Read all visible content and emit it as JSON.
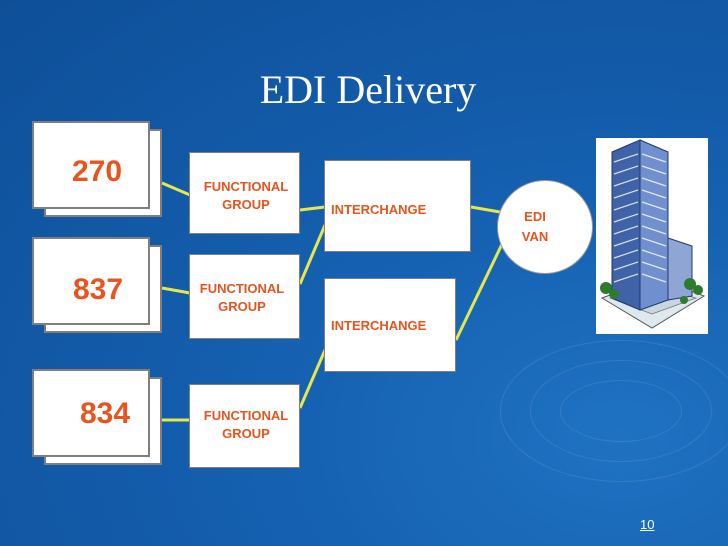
{
  "title": "EDI Delivery",
  "documents": [
    {
      "code": "270"
    },
    {
      "code": "837"
    },
    {
      "code": "834"
    }
  ],
  "functional_groups": [
    {
      "line1": "FUNCTIONAL",
      "line2": "GROUP"
    },
    {
      "line1": "FUNCTIONAL",
      "line2": "GROUP"
    },
    {
      "line1": "FUNCTIONAL",
      "line2": "GROUP"
    }
  ],
  "interchanges": [
    {
      "label": "INTERCHANGE"
    },
    {
      "label": "INTERCHANGE"
    }
  ],
  "van": {
    "line1": "EDI",
    "line2": "VAN"
  },
  "building": {
    "icon": "office-building-icon"
  },
  "page_number": "10",
  "colors": {
    "background": "#1560b0",
    "text_accent": "#e8541e",
    "connector": "#e6e64d"
  }
}
